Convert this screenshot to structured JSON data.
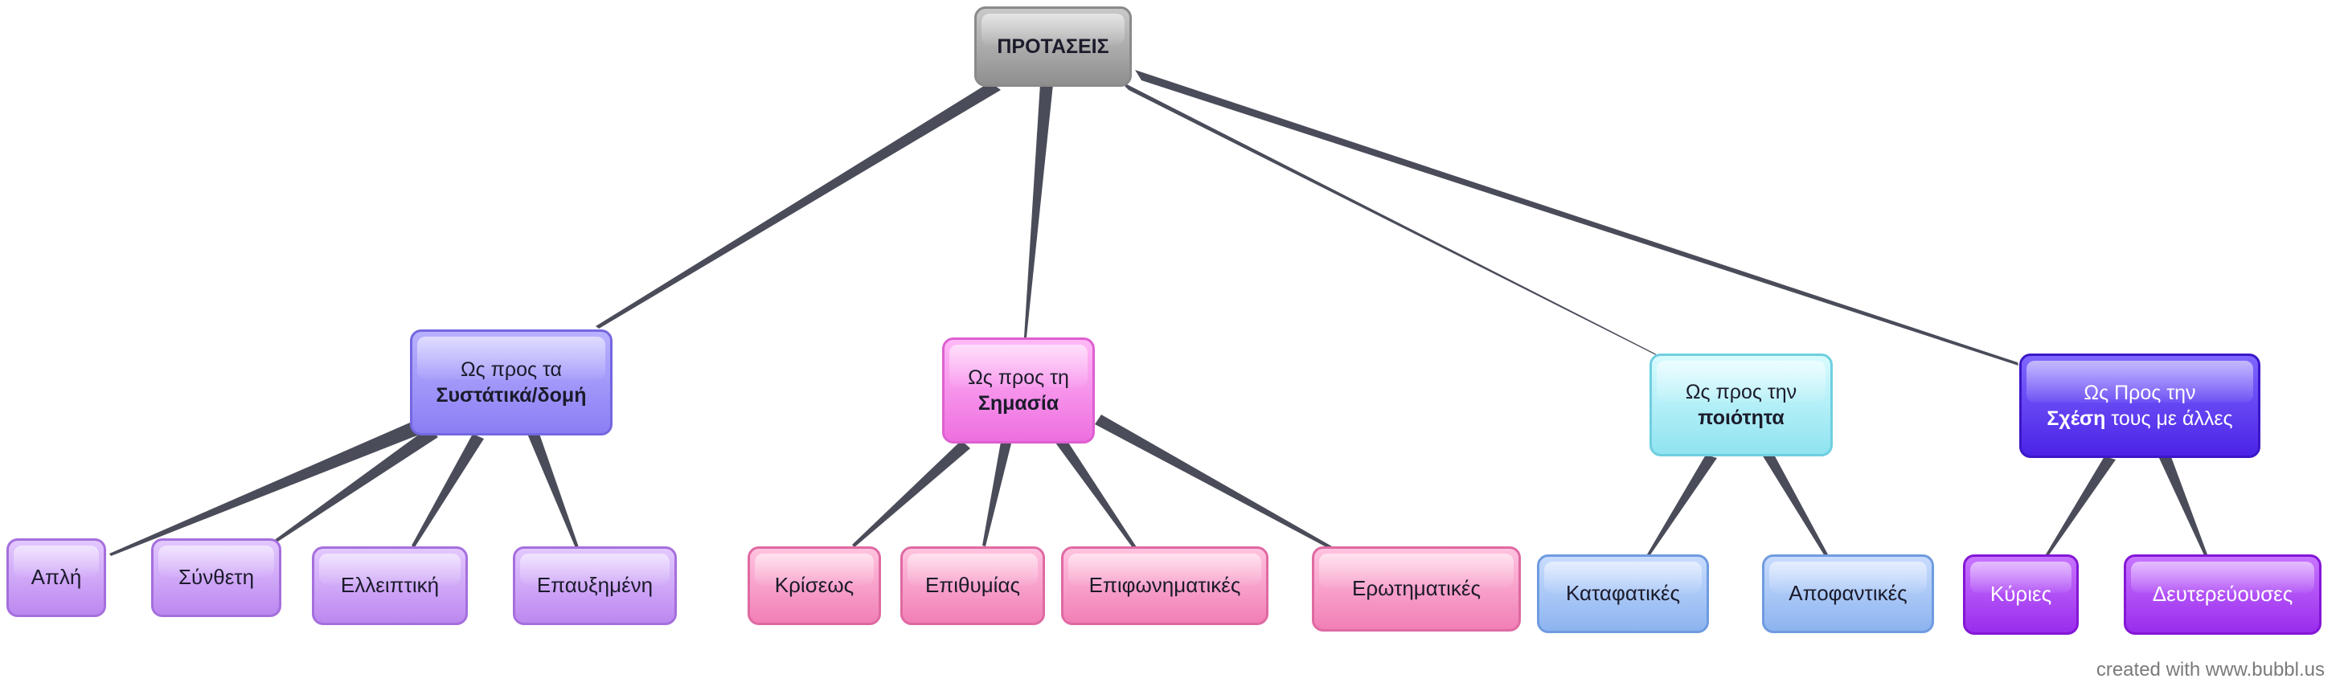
{
  "root": {
    "label": "ΠΡΟΤΑΣΕΙΣ"
  },
  "categories": {
    "structure": {
      "line1": "Ως προς τα",
      "line2": "Συστάτικά/δομή"
    },
    "meaning": {
      "line1": "Ως προς τη",
      "line2": "Σημασία"
    },
    "quality": {
      "line1": "Ως προς την",
      "line2": "ποιότητα"
    },
    "relation": {
      "line1": "Ως Προς την",
      "line2_bold": "Σχέση",
      "line2_rest": " τους με άλλες"
    }
  },
  "leaves": {
    "structure": [
      "Απλή",
      "Σύνθετη",
      "Ελλειπτική",
      "Επαυξημένη"
    ],
    "meaning": [
      "Κρίσεως",
      "Επιθυμίας",
      "Επιφωνηματικές",
      "Ερωτηματικές"
    ],
    "quality": [
      "Καταφατικές",
      "Αποφαντικές"
    ],
    "relation": [
      "Κύριες",
      "Δευτερεύουσες"
    ]
  },
  "colors": {
    "edge": "#4a4c59",
    "root": "#9c9c9c",
    "structure": "#8a7ef4",
    "meaning": "#ee6fe0",
    "quality": "#8fe3f0",
    "relation": "#4b23e6",
    "structure_leaf": "#bc88f0",
    "meaning_leaf": "#f17fb6",
    "quality_leaf": "#8cb4ef",
    "relation_leaf": "#9a2cec"
  },
  "footer": "created with www.bubbl.us"
}
